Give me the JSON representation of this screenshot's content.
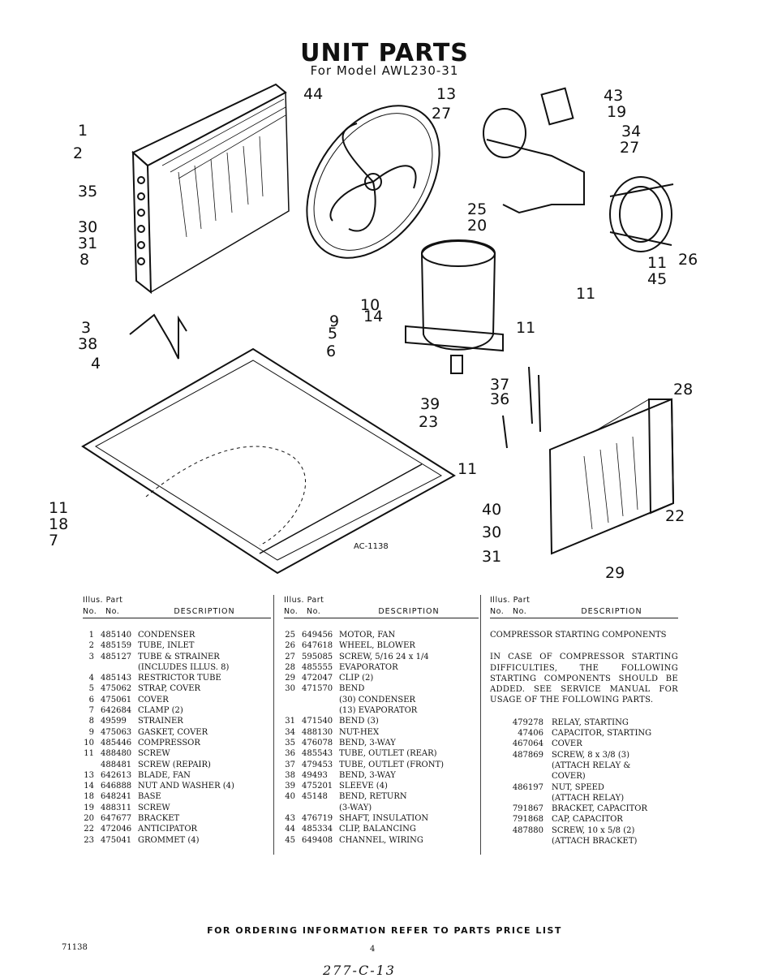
{
  "header": {
    "title": "UNIT PARTS",
    "subtitle": "For Model AWL230-31"
  },
  "diagram": {
    "ac_code": "AC-1138",
    "callouts": [
      "1",
      "2",
      "35",
      "30",
      "31",
      "8",
      "3",
      "38",
      "4",
      "44",
      "13",
      "27",
      "43",
      "19",
      "34",
      "27",
      "25",
      "20",
      "26",
      "11",
      "45",
      "11",
      "10",
      "9",
      "14",
      "11",
      "5",
      "6",
      "37",
      "36",
      "28",
      "39",
      "23",
      "11",
      "11",
      "18",
      "7",
      "40",
      "30",
      "22",
      "31",
      "29"
    ]
  },
  "columns_header": {
    "top": "Illus. Part",
    "no": "No.",
    "part": "No.",
    "description": "DESCRIPTION"
  },
  "parts": {
    "col1": [
      {
        "no": "1",
        "part": "485140",
        "desc": "CONDENSER"
      },
      {
        "no": "2",
        "part": "485159",
        "desc": "TUBE, INLET"
      },
      {
        "no": "3",
        "part": "485127",
        "desc": "TUBE & STRAINER"
      },
      {
        "no": "",
        "part": "",
        "desc": "(INCLUDES ILLUS. 8)"
      },
      {
        "no": "4",
        "part": "485143",
        "desc": "RESTRICTOR TUBE"
      },
      {
        "no": "5",
        "part": "475062",
        "desc": "STRAP, COVER"
      },
      {
        "no": "6",
        "part": "475061",
        "desc": "COVER"
      },
      {
        "no": "7",
        "part": "642684",
        "desc": "CLAMP (2)"
      },
      {
        "no": "8",
        "part": "49599",
        "desc": "STRAINER"
      },
      {
        "no": "9",
        "part": "475063",
        "desc": "GASKET, COVER"
      },
      {
        "no": "10",
        "part": "485446",
        "desc": "COMPRESSOR"
      },
      {
        "no": "11",
        "part": "488480",
        "desc": "SCREW"
      },
      {
        "no": "",
        "part": "488481",
        "desc": "SCREW (REPAIR)"
      },
      {
        "no": "13",
        "part": "642613",
        "desc": "BLADE, FAN"
      },
      {
        "no": "14",
        "part": "646888",
        "desc": "NUT AND WASHER (4)"
      },
      {
        "no": "18",
        "part": "648241",
        "desc": "BASE"
      },
      {
        "no": "19",
        "part": "488311",
        "desc": "SCREW"
      },
      {
        "no": "20",
        "part": "647677",
        "desc": "BRACKET"
      },
      {
        "no": "22",
        "part": "472046",
        "desc": "ANTICIPATOR"
      },
      {
        "no": "23",
        "part": "475041",
        "desc": "GROMMET (4)"
      }
    ],
    "col2": [
      {
        "no": "25",
        "part": "649456",
        "desc": "MOTOR, FAN"
      },
      {
        "no": "26",
        "part": "647618",
        "desc": "WHEEL, BLOWER"
      },
      {
        "no": "27",
        "part": "595085",
        "desc": "SCREW, 5/16 24 x 1/4"
      },
      {
        "no": "28",
        "part": "485555",
        "desc": "EVAPORATOR"
      },
      {
        "no": "29",
        "part": "472047",
        "desc": "CLIP (2)"
      },
      {
        "no": "30",
        "part": "471570",
        "desc": "BEND"
      },
      {
        "no": "",
        "part": "",
        "desc": "(30) CONDENSER"
      },
      {
        "no": "",
        "part": "",
        "desc": "(13) EVAPORATOR"
      },
      {
        "no": "31",
        "part": "471540",
        "desc": "BEND (3)"
      },
      {
        "no": "34",
        "part": "488130",
        "desc": "NUT-HEX"
      },
      {
        "no": "35",
        "part": "476078",
        "desc": "BEND, 3-WAY"
      },
      {
        "no": "36",
        "part": "485543",
        "desc": "TUBE, OUTLET (REAR)"
      },
      {
        "no": "37",
        "part": "479453",
        "desc": "TUBE, OUTLET (FRONT)"
      },
      {
        "no": "38",
        "part": "49493",
        "desc": "BEND, 3-WAY"
      },
      {
        "no": "39",
        "part": "475201",
        "desc": "SLEEVE (4)"
      },
      {
        "no": "40",
        "part": "45148",
        "desc": "BEND, RETURN"
      },
      {
        "no": "",
        "part": "",
        "desc": "(3-WAY)"
      },
      {
        "no": "43",
        "part": "476719",
        "desc": "SHAFT, INSULATION"
      },
      {
        "no": "44",
        "part": "485334",
        "desc": "CLIP, BALANCING"
      },
      {
        "no": "45",
        "part": "649408",
        "desc": "CHANNEL, WIRING"
      }
    ],
    "col3": {
      "heading": "COMPRESSOR STARTING COMPONENTS",
      "paragraph": "IN CASE OF COMPRESSOR STARTING DIFFICULTIES, THE FOLLOWING STARTING COMPONENTS SHOULD BE ADDED. SEE SERVICE MANUAL FOR USAGE OF THE FOLLOWING PARTS.",
      "items": [
        {
          "part": "479278",
          "desc": "RELAY, STARTING"
        },
        {
          "part": "47406",
          "desc": "CAPACITOR, STARTING"
        },
        {
          "part": "467064",
          "desc": "COVER"
        },
        {
          "part": "487869",
          "desc": "SCREW, 8 x 3/8 (3)"
        },
        {
          "part": "",
          "desc": "(ATTACH RELAY &"
        },
        {
          "part": "",
          "desc": "COVER)"
        },
        {
          "part": "486197",
          "desc": "NUT, SPEED"
        },
        {
          "part": "",
          "desc": "(ATTACH RELAY)"
        },
        {
          "part": "791867",
          "desc": "BRACKET, CAPACITOR"
        },
        {
          "part": "791868",
          "desc": "CAP, CAPACITOR"
        },
        {
          "part": "487880",
          "desc": "SCREW, 10 x 5/8 (2)"
        },
        {
          "part": "",
          "desc": "(ATTACH BRACKET)"
        }
      ]
    }
  },
  "footer": {
    "ordering_note": "FOR ORDERING INFORMATION REFER TO PARTS PRICE LIST",
    "doc_code": "71138",
    "page_number": "4",
    "handwritten": "277-C-13"
  }
}
